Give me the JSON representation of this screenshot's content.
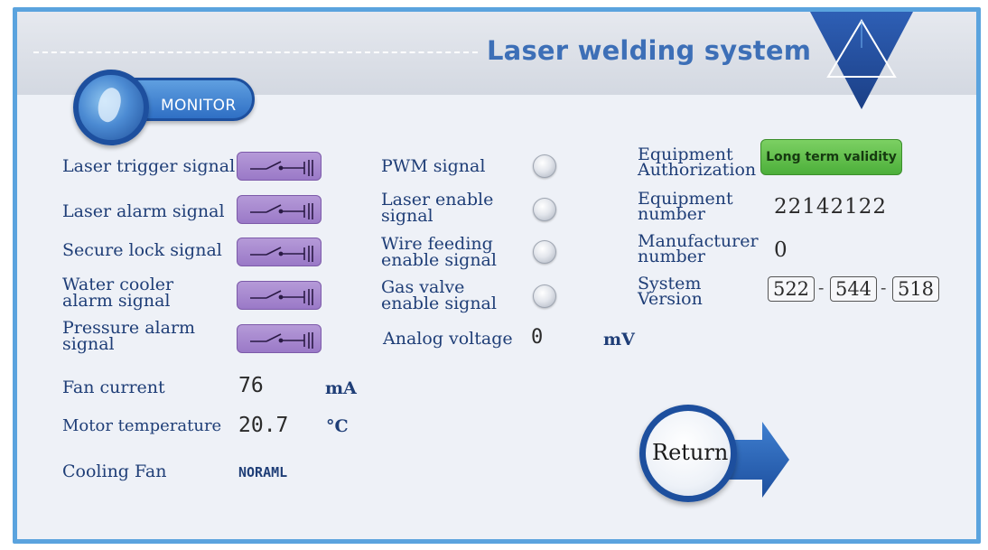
{
  "header": {
    "title": "Laser welding system",
    "monitor_label": "MONITOR"
  },
  "left_signals": [
    {
      "label": "Laser trigger signal"
    },
    {
      "label": "Laser alarm signal"
    },
    {
      "label": "Secure lock signal"
    },
    {
      "label_line1": "Water cooler",
      "label_line2": "alarm signal"
    },
    {
      "label_line1": "Pressure alarm",
      "label_line2": "signal"
    }
  ],
  "readouts": {
    "fan_current": {
      "label": "Fan current",
      "value": "76",
      "unit": "mA"
    },
    "motor_temperature": {
      "label": "Motor temperature",
      "value": "20.7",
      "unit": "°C"
    },
    "cooling_fan": {
      "label": "Cooling Fan",
      "value": "NORAML"
    }
  },
  "mid_signals": [
    {
      "label": "PWM signal"
    },
    {
      "label_line1": "Laser enable",
      "label_line2": "signal"
    },
    {
      "label_line1": "Wire feeding",
      "label_line2": "enable signal"
    },
    {
      "label_line1": "Gas valve",
      "label_line2": "enable signal"
    }
  ],
  "analog_voltage": {
    "label": "Analog voltage",
    "value": "0",
    "unit": "mV"
  },
  "equipment": {
    "authorization": {
      "label_line1": "Equipment",
      "label_line2": "Authorization",
      "value": "Long term validity"
    },
    "number": {
      "label_line1": "Equipment",
      "label_line2": "number",
      "value": "22142122"
    },
    "manufacturer": {
      "label_line1": "Manufacturer",
      "label_line2": "number",
      "value": "0"
    },
    "system_version": {
      "label_line1": "System",
      "label_line2": "Version",
      "parts": [
        "522",
        "544",
        "518"
      ],
      "separator": "-"
    }
  },
  "return_button": {
    "label": "Return"
  },
  "colors": {
    "frame_border": "#5aa3de",
    "title_blue": "#3d6fb7",
    "label_navy": "#1f3e77",
    "switch_purple": "#9a79c7",
    "auth_green": "#4caf3a"
  },
  "icons": {
    "switch": "switch-open-icon",
    "led": "indicator-led-icon",
    "logo": "triangle-logo-icon",
    "globe": "globe-icon",
    "return_arrow": "arrow-right-icon"
  }
}
